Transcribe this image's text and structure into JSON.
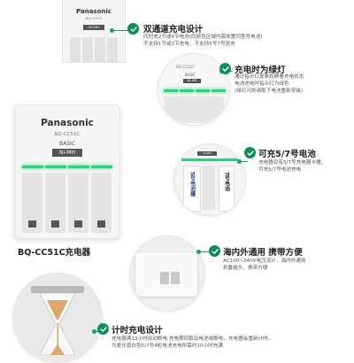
{
  "features": [
    {
      "title": "双通道充电设计",
      "desc": [
        "同时充2节或4节电池(同颜色区域内需放置同型号电池)",
        "不支持1节或3节充电，不支持5号7号混充"
      ]
    },
    {
      "title": "充电时为绿灯",
      "desc": [
        "通过指示灯现象和察看充电状态",
        "电池充电时指示灯为绿色",
        "(绿灯闪烁请取下电池重新安装)"
      ]
    },
    {
      "title": "可充5/7号电池",
      "desc": [
        "充电器设有5/7号充电器卡槽，",
        "可充5/7号电池充电"
      ]
    },
    {
      "title": "海内外通用 携带方便",
      "desc": [
        "AC100~240V电压设计，海内外通用",
        "折叠插头，携带方便"
      ]
    },
    {
      "title": "计时充电设计",
      "desc": [
        "充电器满13小时自动断电,充电期间取出电池或断电，充电器会重新计时。",
        "为爱乐普白色5/7号4粒电池充电所需约10小时充满"
      ]
    }
  ],
  "product": {
    "brand": "Panasonic",
    "model": "BQ-CC51C",
    "grade": "BASIC",
    "type": "Ni-MH",
    "caption": "BQ-CC51C充电器",
    "slot_label_5": "5号电池槽",
    "slot_label_7": "7号电池",
    "slot_tag": "5号 7号"
  },
  "colors": {
    "accent": "#0e8f5a",
    "led": "#2ad27c"
  }
}
